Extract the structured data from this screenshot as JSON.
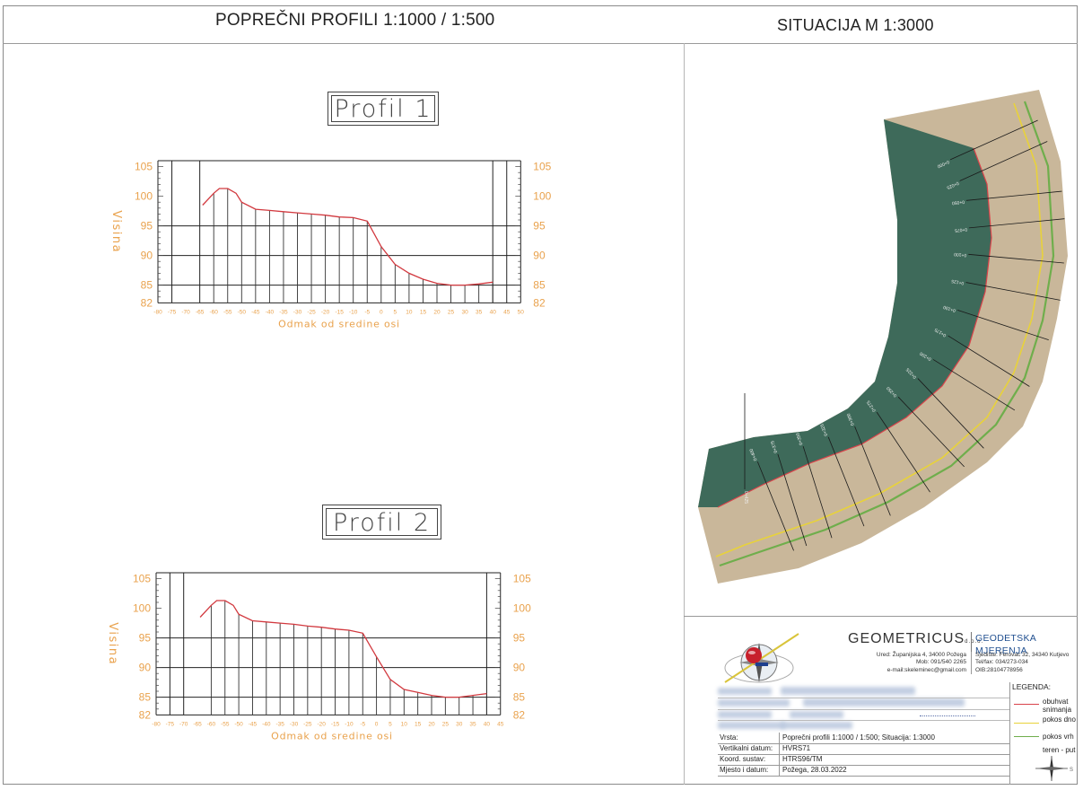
{
  "headers": {
    "left_title": "POPREČNI PROFILI 1:1000 / 1:500",
    "right_title": "SITUACIJA M 1:3000"
  },
  "profile1": {
    "title": "Profil 1",
    "ylabel": "Visina",
    "xlabel": "Odmak od sredine osi",
    "y_ticks": [
      105,
      100,
      95,
      90,
      85,
      82
    ],
    "x_ticks": [
      -80,
      -75,
      -70,
      -65,
      -60,
      -55,
      -50,
      -45,
      -40,
      -35,
      -30,
      -25,
      -20,
      -15,
      -10,
      -5,
      0,
      5,
      10,
      15,
      20,
      25,
      30,
      35,
      40,
      45,
      50
    ]
  },
  "profile2": {
    "title": "Profil 2",
    "ylabel": "Visina",
    "xlabel": "Odmak od sredine osi",
    "y_ticks": [
      105,
      100,
      95,
      90,
      85,
      82
    ],
    "x_ticks": [
      -80,
      -75,
      -70,
      -65,
      -60,
      -55,
      -50,
      -45,
      -40,
      -35,
      -30,
      -25,
      -20,
      -15,
      -10,
      -5,
      0,
      5,
      10,
      15,
      20,
      25,
      30,
      35,
      40,
      45
    ]
  },
  "chart_data": [
    {
      "type": "line",
      "title": "Profil 1",
      "xlabel": "Odmak od sredine osi",
      "ylabel": "Visina",
      "ylim": [
        82,
        106
      ],
      "x": [
        -64,
        -60,
        -58,
        -55,
        -52,
        -50,
        -45,
        -40,
        -35,
        -30,
        -25,
        -20,
        -15,
        -10,
        -5,
        0,
        5,
        10,
        15,
        20,
        25,
        30,
        35,
        40
      ],
      "y": [
        98.5,
        100.5,
        101.3,
        101.3,
        100.5,
        99.0,
        97.8,
        97.6,
        97.4,
        97.2,
        97.0,
        96.8,
        96.5,
        96.4,
        95.8,
        91.5,
        88.5,
        87.0,
        86.0,
        85.3,
        85.0,
        85.0,
        85.2,
        85.5
      ]
    },
    {
      "type": "line",
      "title": "Profil 2",
      "xlabel": "Odmak od sredine osi",
      "ylabel": "Visina",
      "ylim": [
        82,
        106
      ],
      "x": [
        -64,
        -60,
        -58,
        -55,
        -52,
        -50,
        -45,
        -40,
        -35,
        -30,
        -25,
        -20,
        -15,
        -10,
        -5,
        0,
        5,
        10,
        15,
        20,
        25,
        30,
        35,
        40
      ],
      "y": [
        98.5,
        100.5,
        101.3,
        101.3,
        100.5,
        99.0,
        97.9,
        97.7,
        97.5,
        97.3,
        97.0,
        96.8,
        96.5,
        96.3,
        95.8,
        91.8,
        88.0,
        86.3,
        85.8,
        85.3,
        85.0,
        85.0,
        85.3,
        85.6
      ]
    }
  ],
  "map": {
    "labels": [
      "0+000",
      "0+025",
      "0+050",
      "0+075",
      "0+100",
      "0+125",
      "0+150",
      "0+175",
      "0+200",
      "0+225",
      "0+250",
      "0+275",
      "0+300",
      "0+325",
      "0+350",
      "0+375",
      "0+400",
      "0+425"
    ],
    "colors": {
      "water": "#3e6a5a",
      "bank": "#c9b79a",
      "surveyed": "#d9434a",
      "toe": "#e8d23a",
      "crest": "#6fae4c"
    }
  },
  "title_block": {
    "company_name": "GEOMETRICUS",
    "company_suffix": "d.o.o.",
    "tagline": "GEODETSKA MJERENJA",
    "office_lines": [
      "Ured: Županijska 4, 34000 Požega",
      "Mob: 091/540 2265",
      "e-mail:skeleminec@gmail.com"
    ],
    "seat_lines": [
      "Sjedište: Ferovac 32, 34340 Kutjevo",
      "Tel/fax: 034/273-034",
      "OIB:28104778956"
    ],
    "rows": [
      {
        "label": "Vrsta:",
        "value": "Poprečni profili 1:1000 / 1:500; Situacija: 1:3000"
      },
      {
        "label": "Vertikalni datum:",
        "value": "HVRS71"
      },
      {
        "label": "Koord. sustav:",
        "value": "HTRS96/TM"
      },
      {
        "label": "Mjesto i datum:",
        "value": "Požega, 28.03.2022"
      }
    ],
    "legend_title": "LEGENDA:",
    "legend": [
      {
        "label": "obuhvat snimanja",
        "color": "#d9434a"
      },
      {
        "label": "pokos dno",
        "color": "#e8d23a"
      },
      {
        "label": "pokos vrh",
        "color": "#6fae4c"
      },
      {
        "label": "teren - put",
        "color": "#888888"
      }
    ],
    "north": "S"
  }
}
